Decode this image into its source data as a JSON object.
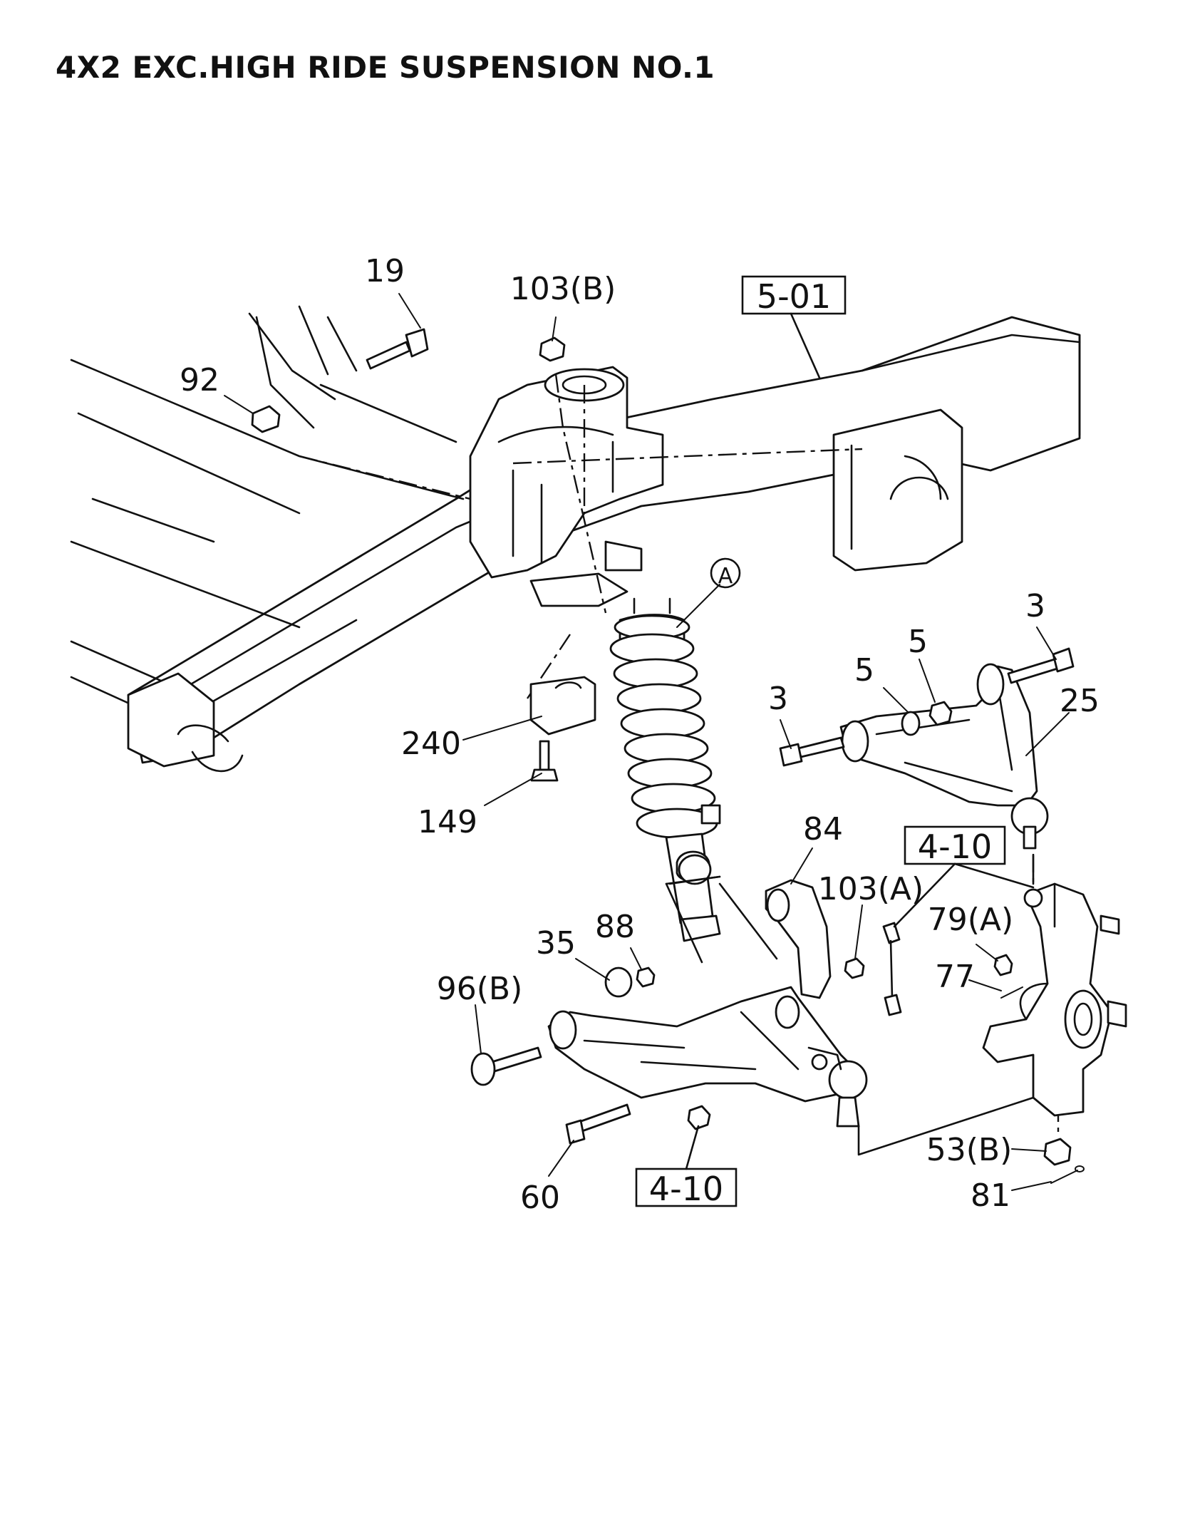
{
  "title": "4X2 EXC.HIGH RIDE SUSPENSION NO.1",
  "callouts": {
    "c19": "19",
    "c103b": "103(B)",
    "c92": "92",
    "cA": "A",
    "c3a": "3",
    "c3b": "3",
    "c5a": "5",
    "c5b": "5",
    "c25": "25",
    "c240": "240",
    "c149": "149",
    "c84": "84",
    "c103a": "103(A)",
    "c79a": "79(A)",
    "c77": "77",
    "c88": "88",
    "c35": "35",
    "c96b": "96(B)",
    "c60": "60",
    "c53b": "53(B)",
    "c81": "81"
  },
  "refs": {
    "r501": "5-01",
    "r410a": "4-10",
    "r410b": "4-10"
  }
}
